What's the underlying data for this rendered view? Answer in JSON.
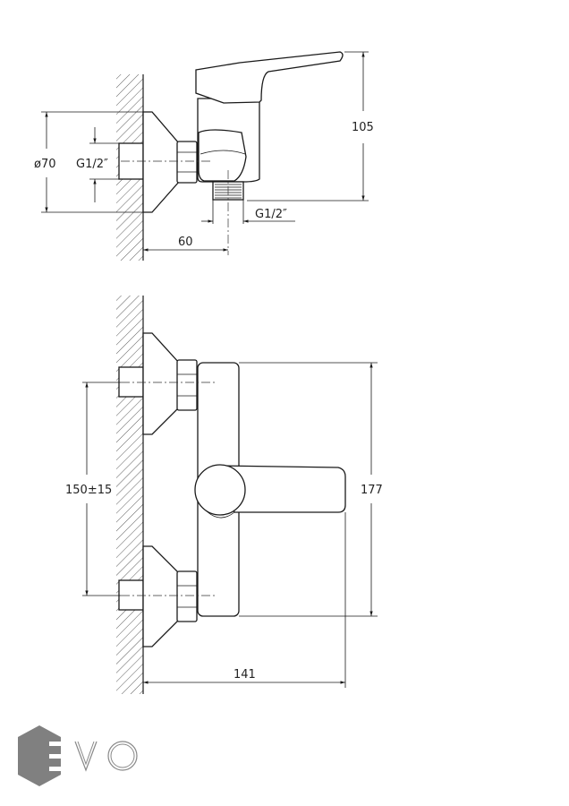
{
  "top_view": {
    "dim_height": "105",
    "dim_flange_diameter": "ø70",
    "dim_inlet_thread": "G1/2″",
    "dim_outlet_thread": "G1/2″",
    "dim_depth": "60"
  },
  "front_view": {
    "dim_center_distance": "150±15",
    "dim_body_height": "177",
    "dim_width": "141"
  },
  "logo": {
    "text": "EVO",
    "color": "#808080"
  }
}
